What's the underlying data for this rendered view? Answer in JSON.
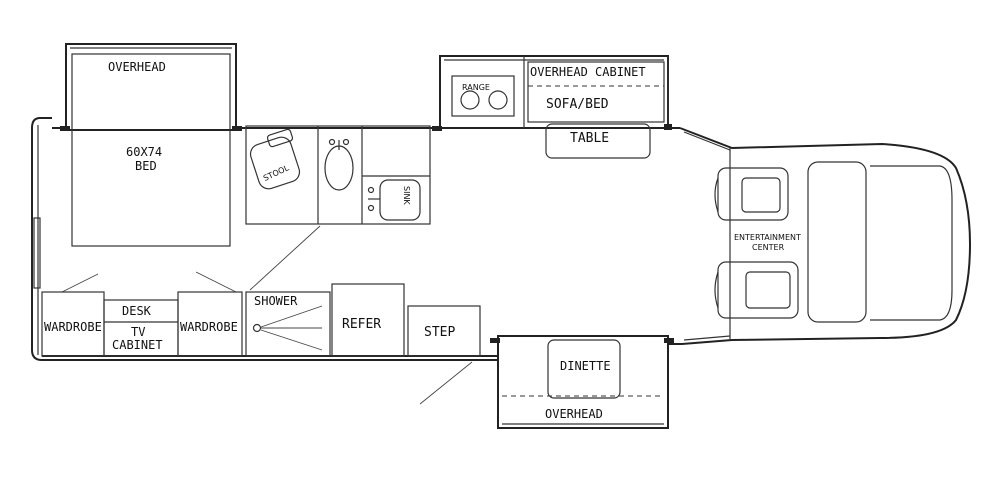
{
  "labels": {
    "overhead_bedroom": "OVERHEAD",
    "bed_size": "60X74",
    "bed": "BED",
    "stool": "STOOL",
    "sink": "SINK",
    "range": "RANGE",
    "overhead_cabinet": "OVERHEAD CABINET",
    "sofa_bed": "SOFA/BED",
    "table": "TABLE",
    "entertainment_1": "ENTERTAINMENT",
    "entertainment_2": "CENTER",
    "wardrobe_left": "WARDROBE",
    "desk": "DESK",
    "tv": "TV",
    "cabinet": "CABINET",
    "wardrobe_right": "WARDROBE",
    "shower": "SHOWER",
    "refer": "REFER",
    "step": "STEP",
    "dinette": "DINETTE",
    "overhead_dinette": "OVERHEAD"
  }
}
